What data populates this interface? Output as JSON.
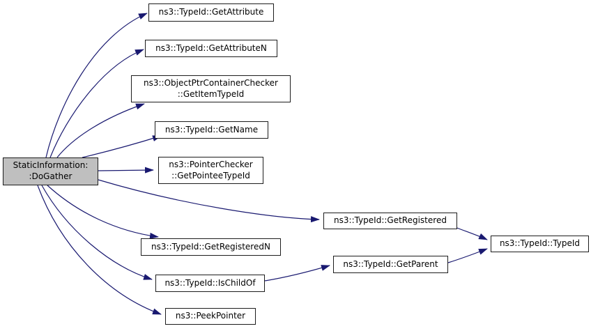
{
  "diagram": {
    "kind": "call-graph",
    "colors": {
      "background": "#ffffff",
      "edge": "#191970",
      "node_border": "#1c1c1c",
      "node_fill": "#ffffff",
      "highlight_fill": "#bfbfbf",
      "text": "#000000"
    },
    "nodes": {
      "do_gather": {
        "line1": "StaticInformation:",
        "line2": ":DoGather"
      },
      "get_attribute": {
        "label": "ns3::TypeId::GetAttribute"
      },
      "get_attribute_n": {
        "label": "ns3::TypeId::GetAttributeN"
      },
      "get_item_type_id": {
        "line1": "ns3::ObjectPtrContainerChecker",
        "line2": "::GetItemTypeId"
      },
      "get_name": {
        "label": "ns3::TypeId::GetName"
      },
      "get_pointee_type_id": {
        "line1": "ns3::PointerChecker",
        "line2": "::GetPointeeTypeId"
      },
      "get_registered": {
        "label": "ns3::TypeId::GetRegistered"
      },
      "type_id": {
        "label": "ns3::TypeId::TypeId"
      },
      "get_registered_n": {
        "label": "ns3::TypeId::GetRegisteredN"
      },
      "get_parent": {
        "label": "ns3::TypeId::GetParent"
      },
      "is_child_of": {
        "label": "ns3::TypeId::IsChildOf"
      },
      "peek_pointer": {
        "label": "ns3::PeekPointer"
      }
    },
    "edges": [
      {
        "from": "do_gather",
        "to": "get_attribute"
      },
      {
        "from": "do_gather",
        "to": "get_attribute_n"
      },
      {
        "from": "do_gather",
        "to": "get_item_type_id"
      },
      {
        "from": "do_gather",
        "to": "get_name"
      },
      {
        "from": "do_gather",
        "to": "get_pointee_type_id"
      },
      {
        "from": "do_gather",
        "to": "get_registered"
      },
      {
        "from": "do_gather",
        "to": "get_registered_n"
      },
      {
        "from": "do_gather",
        "to": "is_child_of"
      },
      {
        "from": "do_gather",
        "to": "peek_pointer"
      },
      {
        "from": "get_registered",
        "to": "type_id"
      },
      {
        "from": "is_child_of",
        "to": "get_parent"
      },
      {
        "from": "get_parent",
        "to": "type_id"
      }
    ]
  }
}
